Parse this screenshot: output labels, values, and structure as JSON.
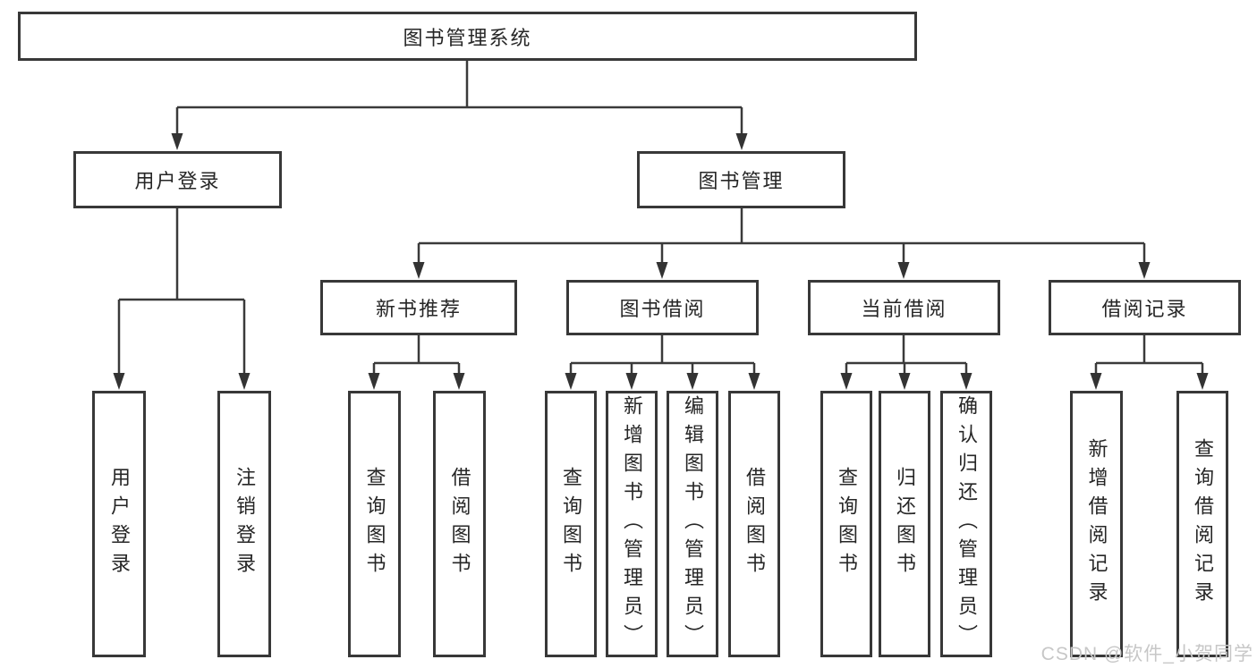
{
  "diagram": {
    "root": "图书管理系统",
    "branches": {
      "user_login": "用户登录",
      "book_mgmt": "图书管理"
    },
    "modules": {
      "new_books": "新书推荐",
      "borrow": "图书借阅",
      "current": "当前借阅",
      "records": "借阅记录"
    },
    "leaves": {
      "user_login_1": "用户登录",
      "user_login_2": "注销登录",
      "new_books_1": "查询图书",
      "new_books_2": "借阅图书",
      "borrow_1": "查询图书",
      "borrow_2": "新增图书（管理员）",
      "borrow_3": "编辑图书（管理员）",
      "borrow_4": "借阅图书",
      "current_1": "查询图书",
      "current_2": "归还图书",
      "current_3": "确认归还（管理员）",
      "records_1": "新增借阅记录",
      "records_2": "查询借阅记录"
    }
  },
  "watermark": "CSDN @软件_小贺同学",
  "colors": {
    "line": "#3a3a3a",
    "border": "#383838",
    "text": "#262626",
    "watermark": "#c7c7c7",
    "background": "#ffffff"
  }
}
